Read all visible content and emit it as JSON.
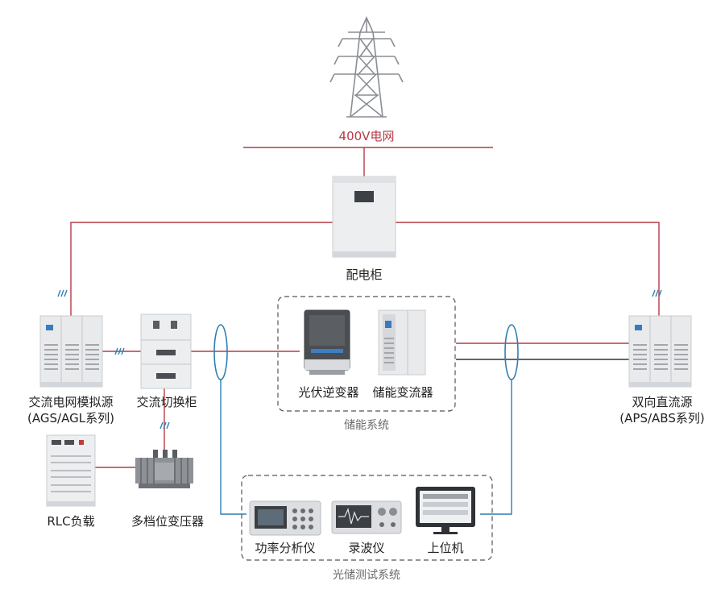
{
  "colors": {
    "grid_line": "#b53a45",
    "signal_line": "#2f7fb2",
    "dashed_box": "#555555",
    "cabinet_body": "#e6e7e9",
    "cabinet_dark": "#5a5d61"
  },
  "icons": [
    "transmission-tower-icon",
    "cabinet-icon",
    "inverter-icon",
    "transformer-icon",
    "rlc-load-icon",
    "power-analyzer-icon",
    "oscilloscope-icon",
    "computer-monitor-icon",
    "current-clamp-icon",
    "three-phase-mark-icon"
  ],
  "labels": {
    "grid": "400V电网",
    "distribution_cabinet": "配电柜",
    "ac_source_line1": "交流电网模拟源",
    "ac_source_line2": "(AGS/AGL系列)",
    "ac_switch": "交流切换柜",
    "pv_inverter": "光伏逆变器",
    "pcs": "储能变流器",
    "storage_system": "储能系统",
    "dc_source_line1": "双向直流源",
    "dc_source_line2": "(APS/ABS系列)",
    "rlc_load": "RLC负载",
    "transformer": "多档位变压器",
    "power_analyzer": "功率分析仪",
    "oscilloscope": "录波仪",
    "host_pc": "上位机",
    "test_system": "光储测试系统"
  }
}
